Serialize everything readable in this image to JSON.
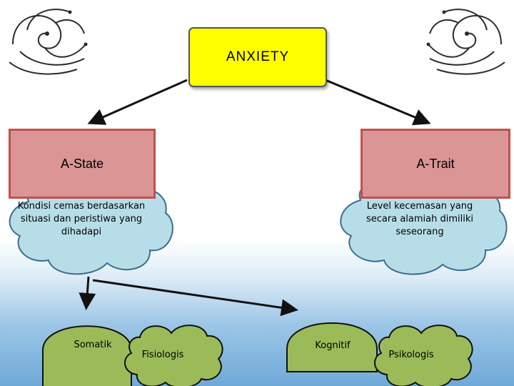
{
  "title": "ANXIETY",
  "branches": {
    "state": {
      "label": "A-State",
      "description": "Kondisi cemas berdasarkan situasi dan peristiwa yang dihadapi"
    },
    "trait": {
      "label": "A-Trait",
      "description": "Level kecemasan yang secara alamiah dimiliki seseorang"
    }
  },
  "components": [
    {
      "id": "somatik",
      "label": "Somatik",
      "shape": "tombstone",
      "color": "#9bbb59"
    },
    {
      "id": "fisiologis",
      "label": "Fisiologis",
      "shape": "cloud",
      "color": "#9bbb59"
    },
    {
      "id": "kognitif",
      "label": "Kognitif",
      "shape": "tombstone",
      "color": "#9bbb59"
    },
    {
      "id": "psikologis",
      "label": "Psikologis",
      "shape": "cloud",
      "color": "#9bbb59"
    }
  ],
  "colors": {
    "title_fill": "#ffff00",
    "branch_fill": "#da9594",
    "branch_border": "#c0504d",
    "description_fill": "#b7dee8",
    "component_fill": "#9bbb59"
  }
}
